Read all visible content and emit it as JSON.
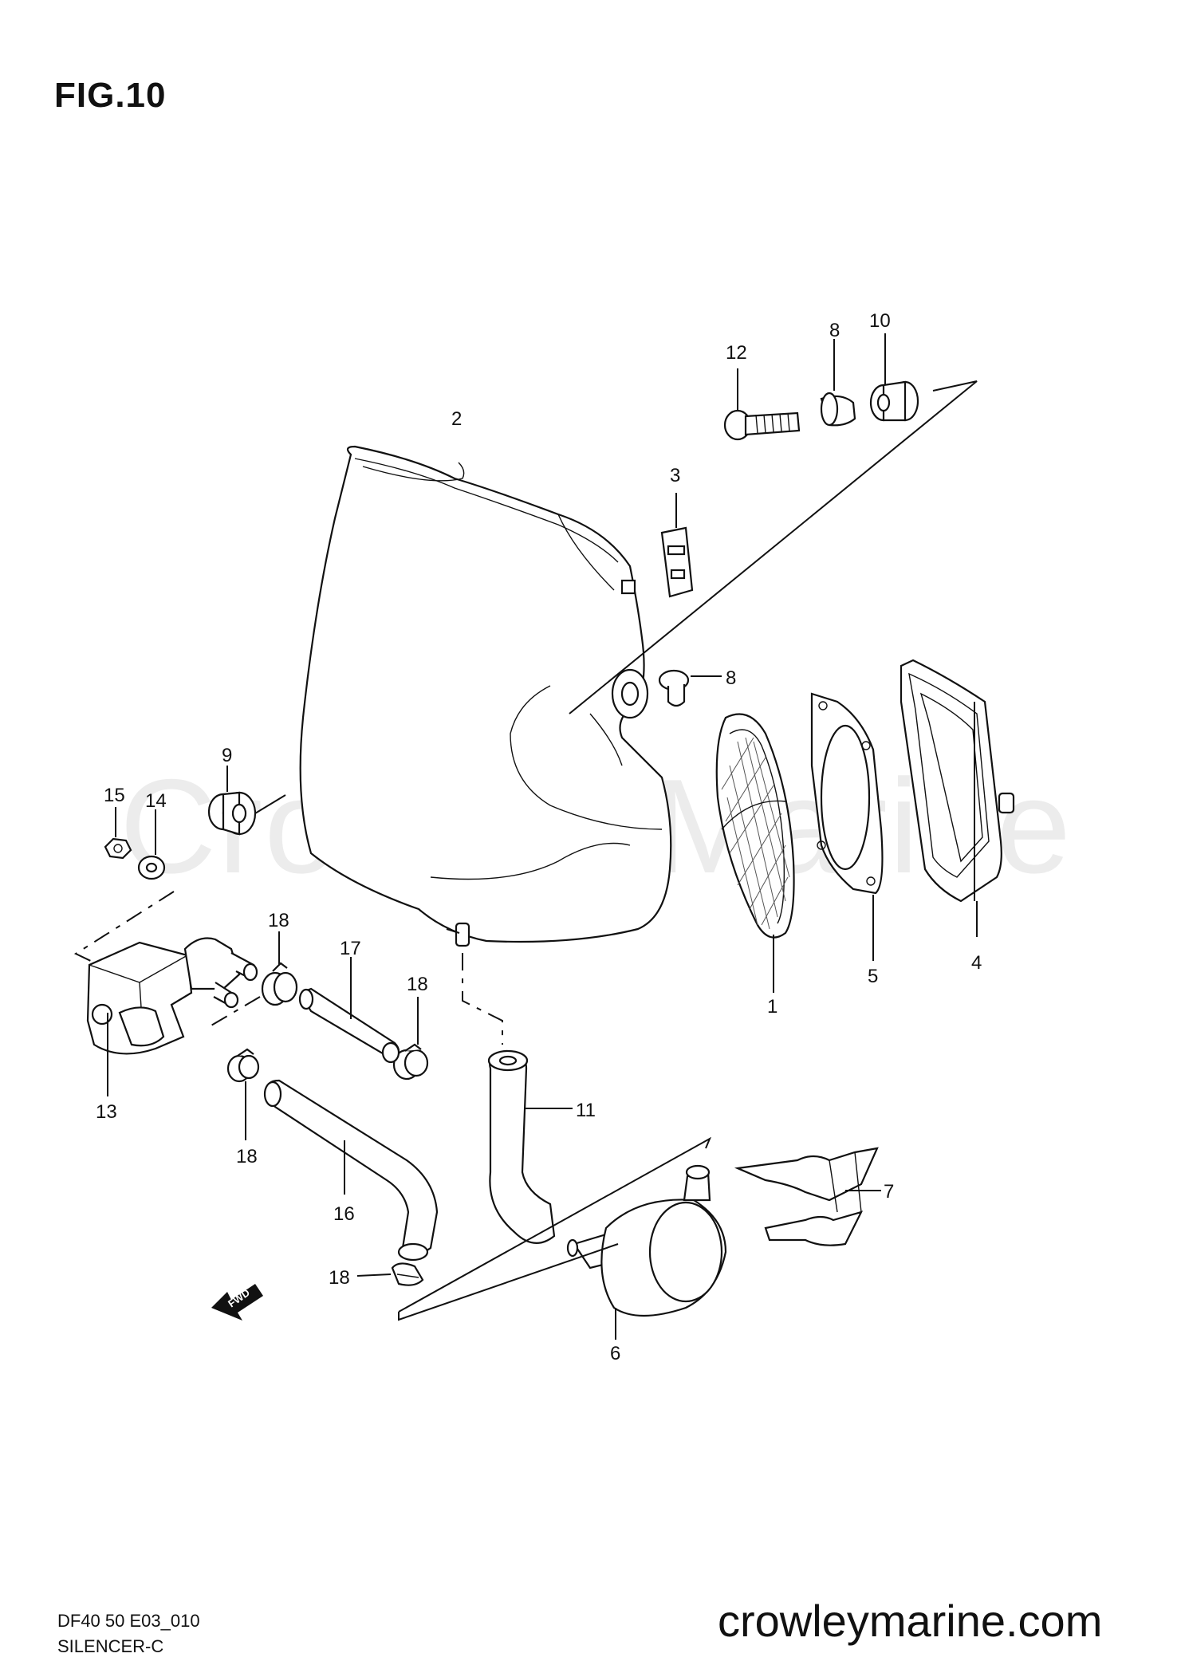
{
  "figure": {
    "title": "FIG.10",
    "code": "DF40 50 E03_010",
    "name": "SILENCER-C"
  },
  "watermark": "Crowley Marine",
  "site": "crowleymarine.com",
  "fwd_label": "FWD",
  "callouts": [
    "1",
    "2",
    "3",
    "4",
    "5",
    "6",
    "7",
    "8",
    "8",
    "9",
    "10",
    "11",
    "12",
    "13",
    "14",
    "15",
    "16",
    "17",
    "18",
    "18",
    "18",
    "18"
  ]
}
